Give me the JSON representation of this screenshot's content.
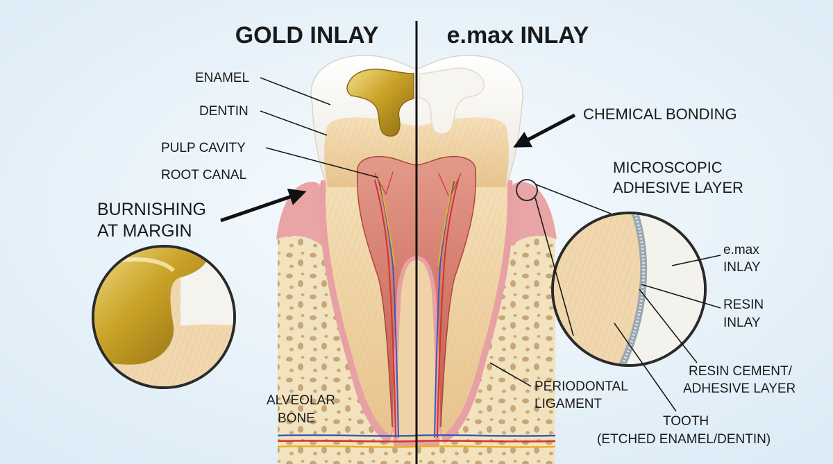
{
  "titles": {
    "left": "GOLD INLAY",
    "right": "e.max INLAY"
  },
  "left_labels": {
    "enamel": "ENAMEL",
    "dentin": "DENTIN",
    "pulp_cavity": "PULP CAVITY",
    "root_canal": "ROOT CANAL",
    "burnishing_line1": "BURNISHING",
    "burnishing_line2": "AT MARGIN",
    "alveolar_line1": "ALVEOLAR",
    "alveolar_line2": "BONE"
  },
  "right_labels": {
    "chemical_bonding": "CHEMICAL BONDING",
    "micro_line1": "MICROSCOPIC",
    "micro_line2": "ADHESIVE LAYER",
    "emax_line1": "e.max",
    "emax_line2": "INLAY",
    "resin_line1": "RESIN",
    "resin_line2": "INLAY",
    "cement_line1": "RESIN CEMENT/",
    "cement_line2": "ADHESIVE LAYER",
    "tooth_line1": "TOOTH",
    "tooth_line2": "(ETCHED ENAMEL/DENTIN)",
    "periodontal_line1": "PERIODONTAL",
    "periodontal_line2": "LIGAMENT"
  },
  "colors": {
    "background": "#eaf3fa",
    "gold": "#c9a227",
    "enamel": "#f4f2ec",
    "dentin": "#efd3a6",
    "pulp": "#c96a5c",
    "gum": "#e9a5a5",
    "bone": "#f3e2be"
  }
}
